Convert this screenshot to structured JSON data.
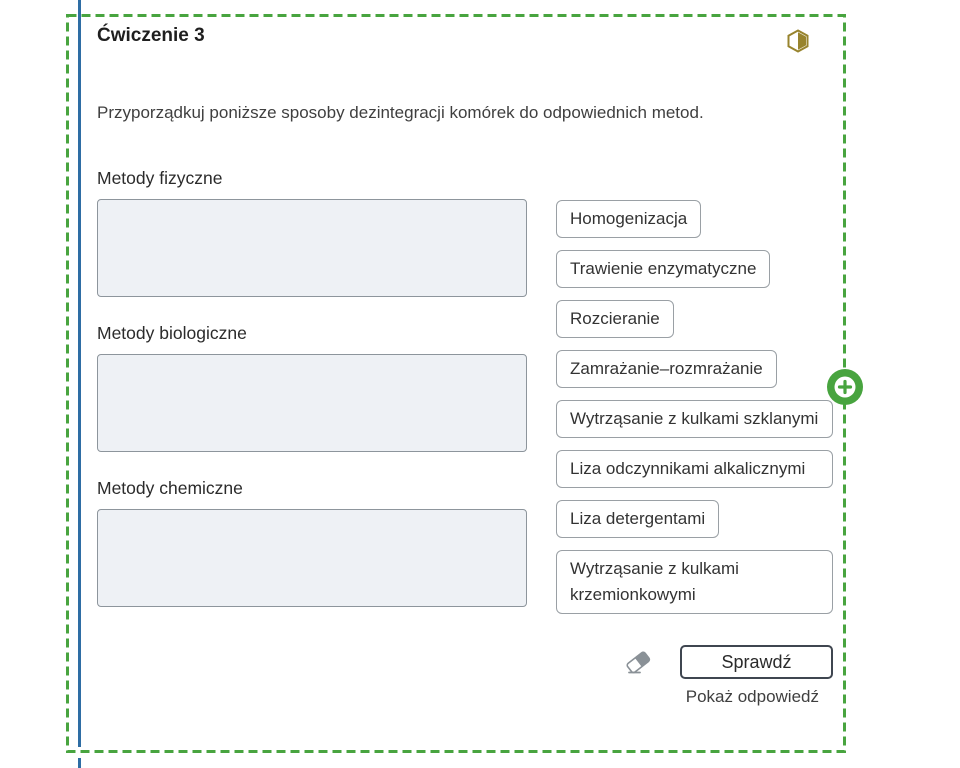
{
  "exercise": {
    "title": "Ćwiczenie 3",
    "instruction": "Przyporządkuj poniższe sposoby dezintegracji komórek do odpowiednich metod.",
    "groups": [
      {
        "label": "Metody fizyczne"
      },
      {
        "label": "Metody biologiczne"
      },
      {
        "label": "Metody chemiczne"
      }
    ],
    "answers": [
      "Homogenizacja",
      "Trawienie enzymatyczne",
      "Rozcieranie",
      "Zamrażanie–rozmrażanie",
      "Wytrząsanie z kulkami szklanymi",
      "Liza odczynnikami alkalicznymi",
      "Liza detergentami",
      "Wytrząsanie z kulkami krzemionkowymi"
    ],
    "check_button": "Sprawdź",
    "show_answer_link": "Pokaż odpowiedź",
    "icons": {
      "difficulty": "hexagon-half-filled-icon",
      "eraser": "eraser-icon",
      "add": "plus-circle-icon"
    },
    "colors": {
      "selection_green": "#48a43f",
      "accent_blue": "#2e6da4",
      "gold": "#98842e",
      "dropzone_bg": "#eef1f5",
      "chip_border": "#9aa0a5"
    }
  }
}
